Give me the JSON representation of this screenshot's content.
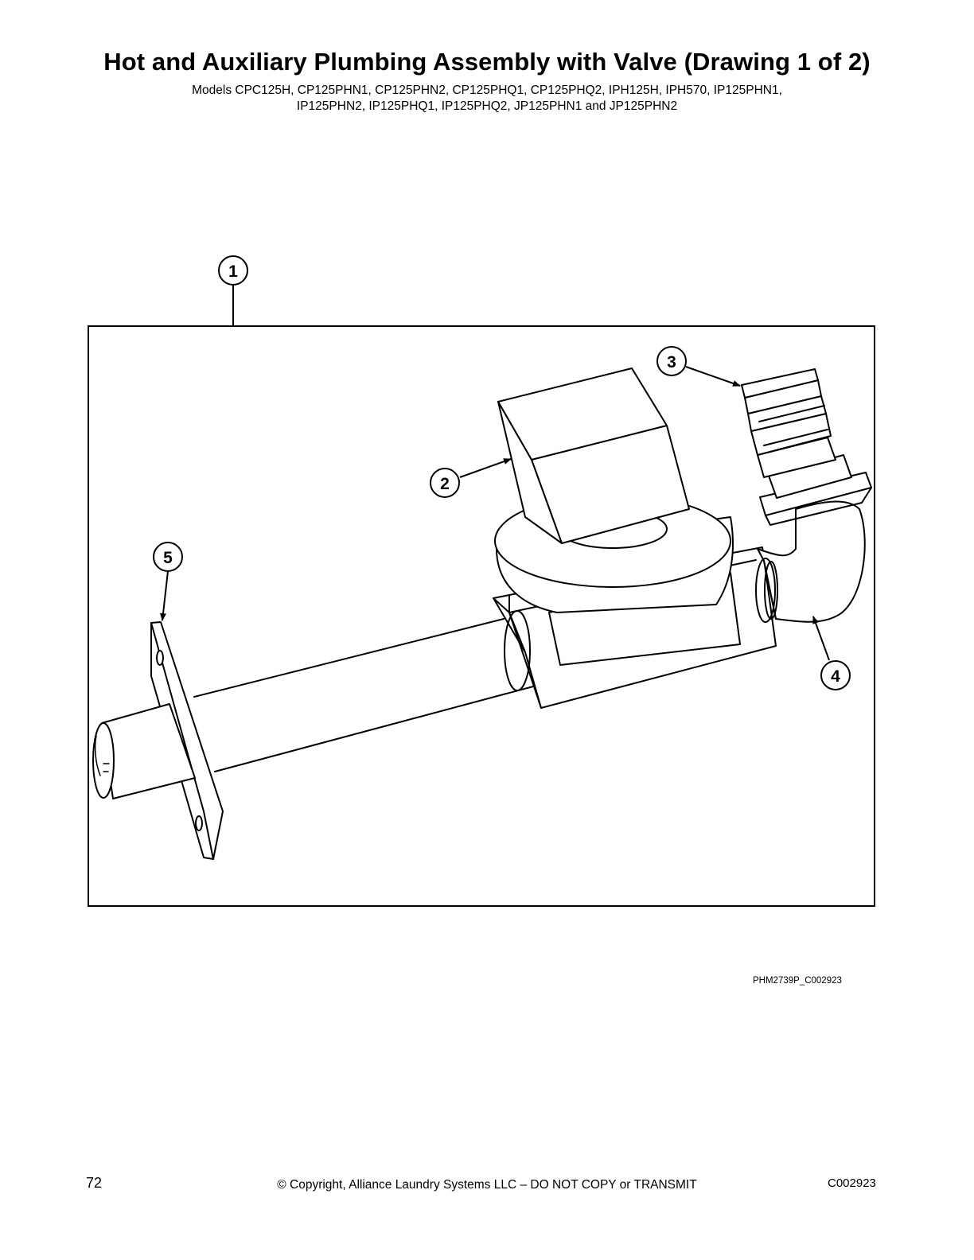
{
  "header": {
    "title": "Hot and Auxiliary Plumbing Assembly with Valve (Drawing 1 of 2)",
    "models_line1": "Models CPC125H, CP125PHN1, CP125PHN2, CP125PHQ1, CP125PHQ2, IPH125H, IPH570, IP125PHN1,",
    "models_line2": "IP125PHN2, IP125PHQ1, IP125PHQ2, JP125PHN1 and JP125PHN2"
  },
  "figure": {
    "callouts": [
      "1",
      "2",
      "3",
      "4",
      "5"
    ],
    "figure_id": "PHM2739P_C002923"
  },
  "footer": {
    "page_number": "72",
    "copyright": "© Copyright, Alliance Laundry Systems LLC – DO NOT COPY or TRANSMIT",
    "doc_code": "C002923"
  }
}
